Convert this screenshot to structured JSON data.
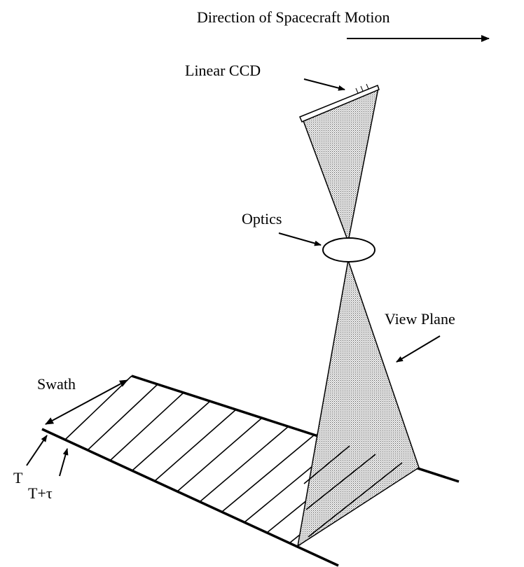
{
  "labels": {
    "direction": "Direction of Spacecraft Motion",
    "linear_ccd": "Linear CCD",
    "optics": "Optics",
    "view_plane": "View Plane",
    "swath": "Swath",
    "t": "T",
    "t_tau": "T+τ"
  },
  "colors": {
    "stroke": "#000000",
    "fill_shade": "#d0d0d0",
    "background": "#ffffff"
  },
  "icons": [
    "arrow-right-icon",
    "lens-ellipse-icon",
    "ccd-strip-icon"
  ]
}
